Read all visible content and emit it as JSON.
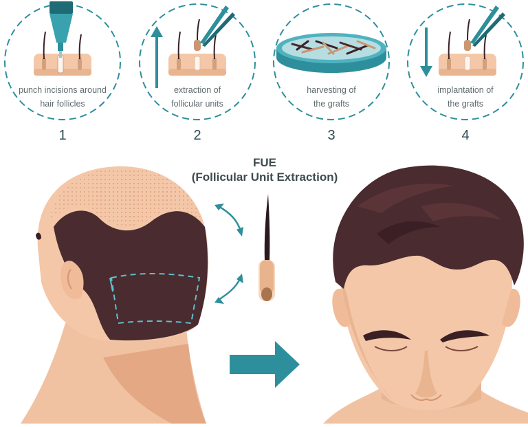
{
  "steps": [
    {
      "number": "1",
      "label_line1": "punch incisions around",
      "label_line2": "hair follicles"
    },
    {
      "number": "2",
      "label_line1": "extraction of",
      "label_line2": "follicular units"
    },
    {
      "number": "3",
      "label_line1": "harvesting of",
      "label_line2": "the grafts"
    },
    {
      "number": "4",
      "label_line1": "implantation of",
      "label_line2": "the grafts"
    }
  ],
  "title": {
    "line1": "FUE",
    "line2": "(Follicular Unit Extraction)"
  },
  "colors": {
    "teal": "#2e8f9c",
    "teal_light": "#4fb3bf",
    "skin": "#f3c7a8",
    "skin_shadow": "#e4a884",
    "hair": "#4a2b2f",
    "hair_dark": "#3a2025",
    "scalp_dots": "#d99a78"
  }
}
